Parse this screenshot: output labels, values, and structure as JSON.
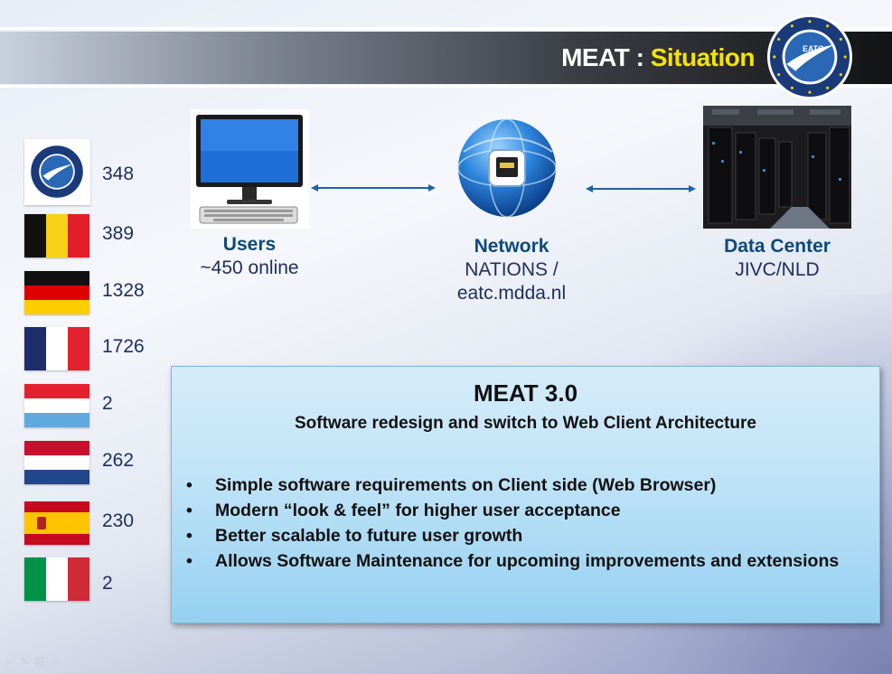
{
  "header": {
    "title_prefix": "MEAT : ",
    "title_accent": "Situation",
    "logo_text": "EATC"
  },
  "flags": [
    {
      "country": "EATC",
      "count": "348"
    },
    {
      "country": "Belgium",
      "count": "389"
    },
    {
      "country": "Germany",
      "count": "1328"
    },
    {
      "country": "France",
      "count": "1726"
    },
    {
      "country": "Luxembourg",
      "count": "2"
    },
    {
      "country": "Netherlands",
      "count": "262"
    },
    {
      "country": "Spain",
      "count": "230"
    },
    {
      "country": "Italy",
      "count": "2"
    }
  ],
  "nodes": {
    "users": {
      "title": "Users",
      "line1": "~450 online"
    },
    "network": {
      "title": "Network",
      "line1": "NATIONS /",
      "line2": "eatc.mdda.nl"
    },
    "datacenter": {
      "title": "Data Center",
      "line1": "JIVC/NLD"
    }
  },
  "box": {
    "title": "MEAT 3.0",
    "subtitle": "Software redesign and switch to Web Client Architecture",
    "bullet_char": "•",
    "bullets": [
      "Simple software requirements on Client side (Web Browser)",
      "Modern “look & feel” for higher user acceptance",
      "Better scalable to future user growth",
      "Allows Software Maintenance for upcoming improvements and extensions"
    ]
  },
  "colors": {
    "accent": "#f4e400",
    "label_blue": "#0c4a7a",
    "count_blue": "#1f2d5c"
  }
}
